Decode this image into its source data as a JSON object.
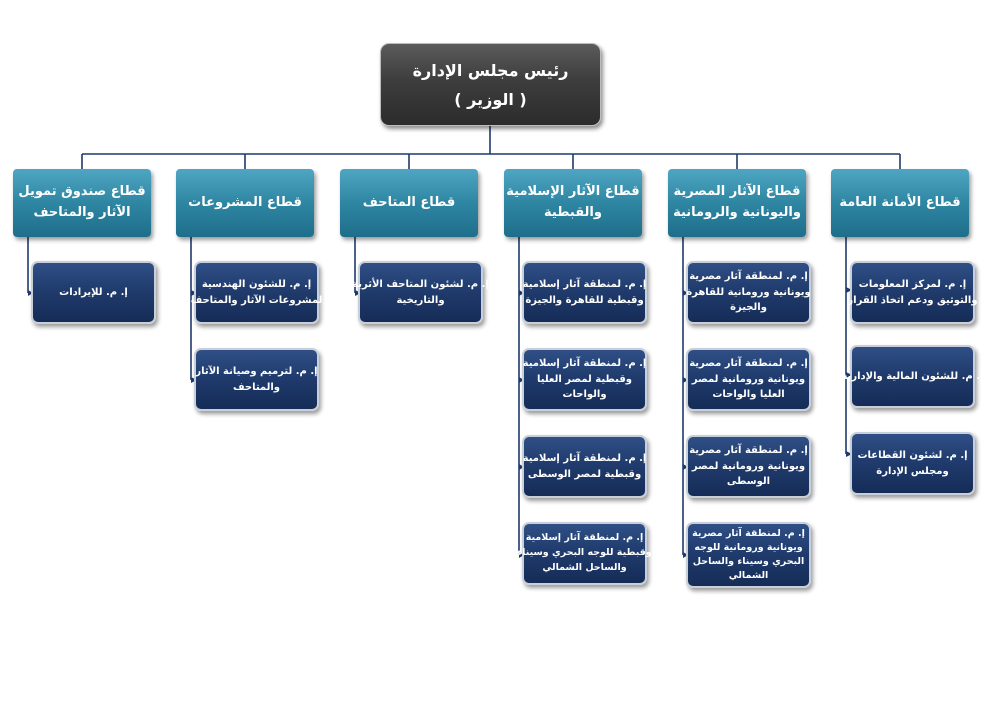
{
  "root": {
    "line1": "رئيس مجلس الإدارة",
    "line2": "( الوزير )"
  },
  "sectors": [
    {
      "line1": "قطاع الأمانة العامة",
      "line2": "",
      "units": [
        {
          "line1": "إ. م. لمركز المعلومات",
          "line2": "والتوثيق ودعم اتخاذ القرار",
          "line3": ""
        },
        {
          "line1": "إ. م. للشئون المالية والإدارية",
          "line2": "",
          "line3": ""
        },
        {
          "line1": "إ. م. لشئون القطاعات",
          "line2": "ومجلس الإدارة",
          "line3": ""
        }
      ]
    },
    {
      "line1": "قطاع الآثار المصرية",
      "line2": "واليونانية والرومانية",
      "units": [
        {
          "line1": "إ. م. لمنطقة آثار مصرية",
          "line2": "ويونانية ورومانية للقاهرة",
          "line3": "والجيزة"
        },
        {
          "line1": "إ. م. لمنطقة آثار مصرية",
          "line2": "ويونانية ورومانية لمصر",
          "line3": "العليا والواحات"
        },
        {
          "line1": "إ. م. لمنطقة آثار مصرية",
          "line2": "ويونانية ورومانية لمصر",
          "line3": "الوسطى"
        },
        {
          "line1": "إ. م. لمنطقة آثار مصرية",
          "line2": "ويونانية ورومانية للوجه",
          "line3": "البحري وسيناء والساحل",
          "line4": "الشمالي"
        }
      ]
    },
    {
      "line1": "قطاع الآثار الإسلامية",
      "line2": "والقبطية",
      "units": [
        {
          "line1": "إ. م. لمنطقة آثار إسلامية",
          "line2": "وقبطية للقاهرة والجيزة",
          "line3": ""
        },
        {
          "line1": "إ. م. لمنطقة آثار إسلامية",
          "line2": "وقبطية لمصر العليا",
          "line3": "والواحات"
        },
        {
          "line1": "إ. م. لمنطقة آثار إسلامية",
          "line2": "وقبطية لمصر الوسطى",
          "line3": ""
        },
        {
          "line1": "إ. م. لمنطقة آثار إسلامية",
          "line2": "وقبطية للوجه البحري وسيناء",
          "line3": "والساحل الشمالي"
        }
      ]
    },
    {
      "line1": "قطاع المتاحف",
      "line2": "",
      "units": [
        {
          "line1": "إ. م. لشئون المتاحف الأثرية",
          "line2": "والتاريخية",
          "line3": ""
        }
      ]
    },
    {
      "line1": "قطاع المشروعات",
      "line2": "",
      "units": [
        {
          "line1": "إ. م. للشئون الهندسية",
          "line2": "لمشروعات الآثار والمتاحف",
          "line3": ""
        },
        {
          "line1": "إ. م. لترميم وصيانة الآثار",
          "line2": "والمتاحف",
          "line3": ""
        }
      ]
    },
    {
      "line1": "قطاع صندوق تمويل",
      "line2": "الآثار والمتاحف",
      "units": [
        {
          "line1": "إ. م. للإيرادات",
          "line2": "",
          "line3": ""
        }
      ]
    }
  ],
  "colors": {
    "root_fill": "#3d3d3d",
    "sector_fill": "#2e86a3",
    "unit_fill": "#1f3a6b",
    "connector": "#1f3a6b"
  }
}
